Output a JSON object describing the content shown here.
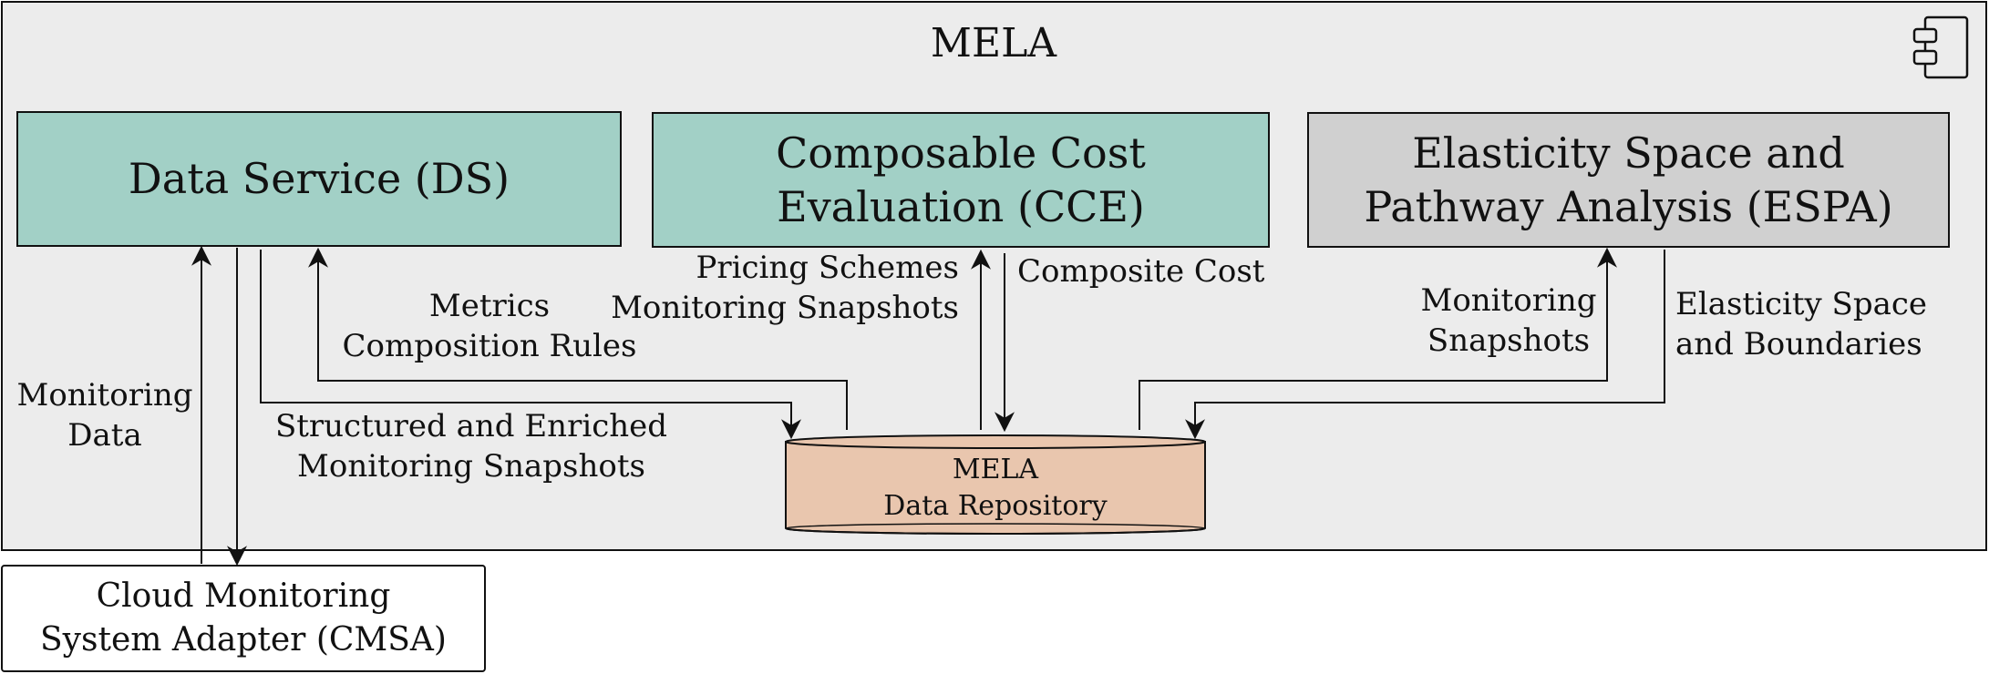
{
  "diagram": {
    "container_title": "MELA",
    "components": {
      "ds": "Data Service (DS)",
      "cce_line1": "Composable Cost",
      "cce_line2": "Evaluation (CCE)",
      "espa_line1": "Elasticity Space and",
      "espa_line2": "Pathway Analysis (ESPA)",
      "cmsa_line1": "Cloud Monitoring",
      "cmsa_line2": "System Adapter (CMSA)",
      "repo_line1": "MELA",
      "repo_line2": "Data Repository"
    },
    "edge_labels": {
      "monitoring_data_1": "Monitoring",
      "monitoring_data_2": "Data",
      "metrics_rules_1": "Metrics",
      "metrics_rules_2": "Composition Rules",
      "structured_1": "Structured and Enriched",
      "structured_2": "Monitoring Snapshots",
      "pricing_1": "Pricing Schemes",
      "pricing_2": "Monitoring Snapshots",
      "composite_cost": "Composite Cost",
      "espa_in_1": "Monitoring",
      "espa_in_2": "Snapshots",
      "espa_out_1": "Elasticity Space",
      "espa_out_2": "and Boundaries"
    },
    "colors": {
      "container": "#ececec",
      "teal_box": "#a2d0c6",
      "grey_box": "#d0d0d0",
      "repository": "#e9c6ae",
      "cmsa": "#ffffff"
    },
    "icons": [
      "component-icon"
    ]
  }
}
